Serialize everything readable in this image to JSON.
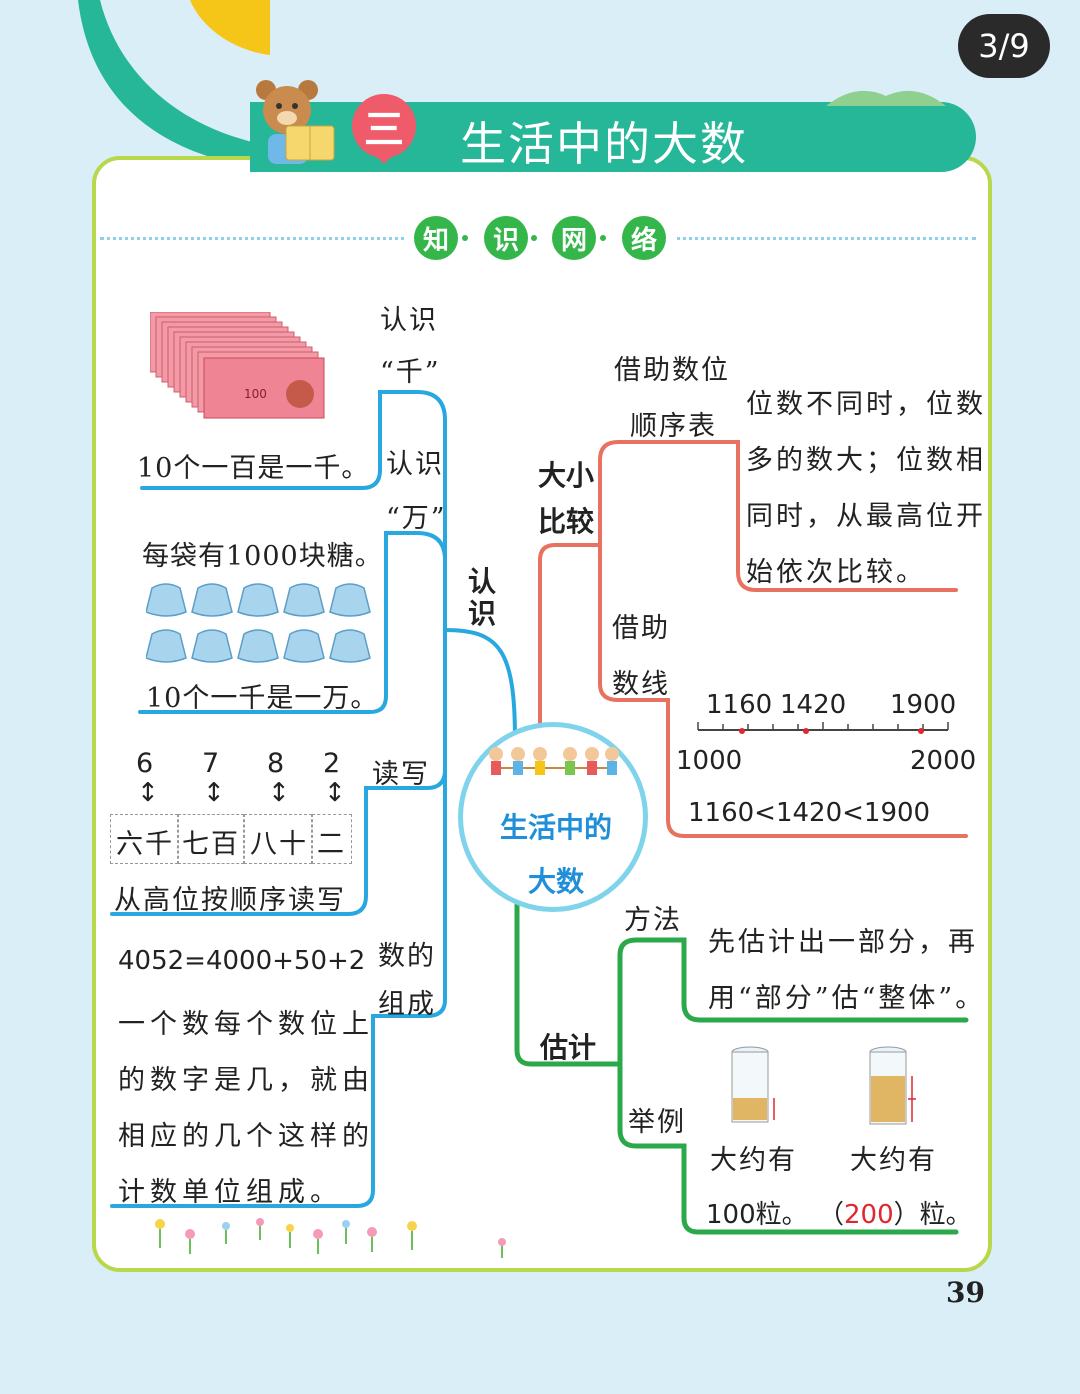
{
  "page_counter": "3/9",
  "header": {
    "unit_number": "三",
    "title": "生活中的大数"
  },
  "section_label": [
    "知",
    "识",
    "网",
    "络"
  ],
  "center_topic": {
    "line1": "生活中的",
    "line2": "大数"
  },
  "branches": {
    "recognize": {
      "label": "认识",
      "sub": {
        "thousand": {
          "label1": "认识",
          "label2": "“千”",
          "text": "10个一百是一千。"
        },
        "ten_thousand": {
          "label1": "认识",
          "label2": "“万”",
          "text1": "每袋有1000块糖。",
          "text2": "10个一千是一万。"
        },
        "read_write": {
          "label": "读写",
          "digits": [
            "6",
            "7",
            "8",
            "2"
          ],
          "arrow": "↕",
          "words": [
            "六千",
            "七百",
            "八十",
            "二"
          ],
          "rule": "从高位按顺序读写"
        },
        "composition": {
          "label1": "数的",
          "label2": "组成",
          "equation": "4052=4000+50+2",
          "lines": [
            "一个数每个数位上",
            "的数字是几，就由",
            "相应的几个这样的",
            "计数单位组成。"
          ]
        }
      }
    },
    "compare": {
      "label1": "大小",
      "label2": "比较",
      "sub": {
        "place_table": {
          "label1": "借助数位",
          "label2": "顺序表",
          "lines": [
            "位数不同时，位数",
            "多的数大；位数相",
            "同时，从最高位开",
            "始依次比较。"
          ]
        },
        "number_line": {
          "label1": "借助",
          "label2": "数线",
          "marks": [
            "1160",
            "1420",
            "1900"
          ],
          "start": "1000",
          "end": "2000",
          "result": "1160<1420<1900"
        }
      }
    },
    "estimate": {
      "label": "估计",
      "sub": {
        "method": {
          "label": "方法",
          "lines": [
            "先估计出一部分，再",
            "用“部分”估“整体”。"
          ]
        },
        "example": {
          "label": "举例",
          "left1": "大约有",
          "left2": "100粒。",
          "right1": "大约有",
          "right2_open": "（",
          "right2_value": "200",
          "right2_close": "）粒。"
        }
      }
    }
  },
  "page_number": "39",
  "colors": {
    "blue": "#29a8e0",
    "red": "#e8715f",
    "green": "#2aa84a",
    "accent_red": "#e0262f"
  }
}
